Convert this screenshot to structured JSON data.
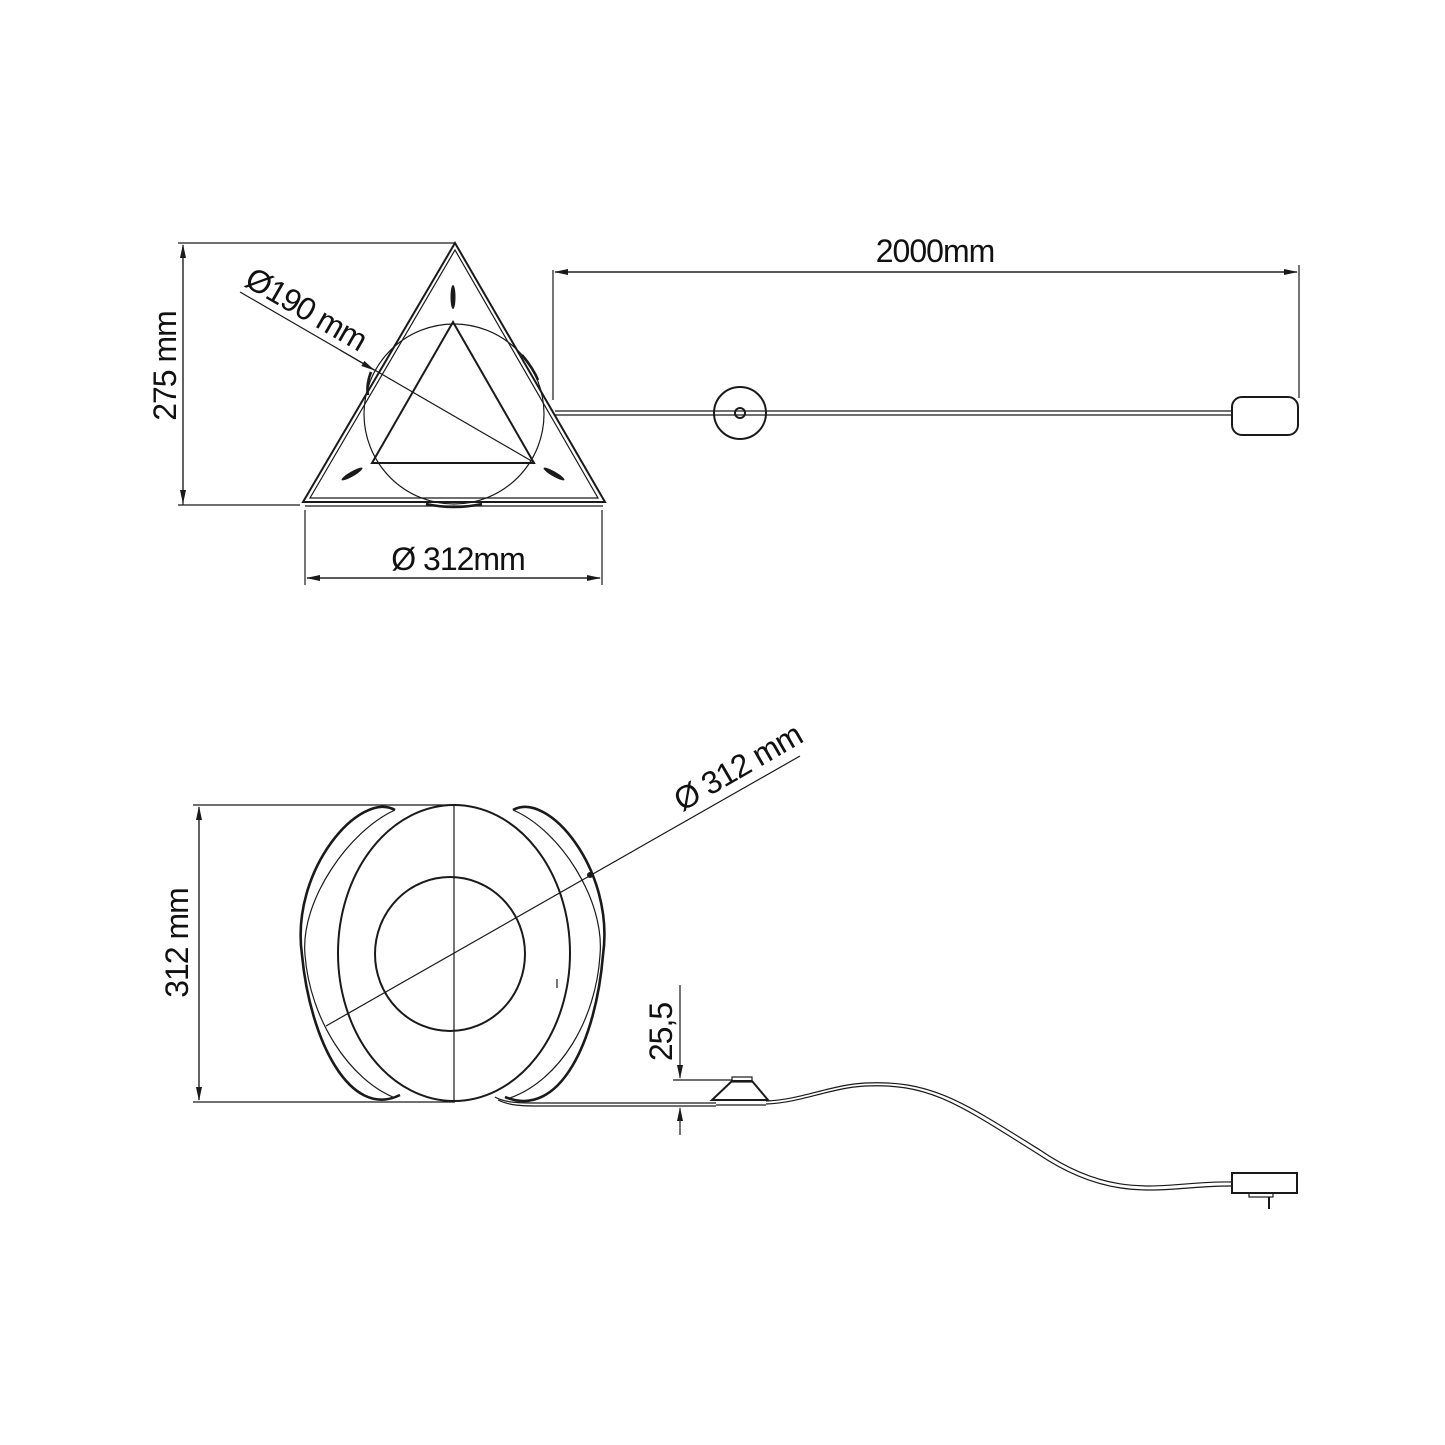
{
  "drawing": {
    "background": "#ffffff",
    "line_color": "#1a1a1a",
    "top_view": {
      "height_label": "275 mm",
      "inner_diameter_label": "Ø190 mm",
      "base_width_label": "Ø 312mm",
      "cable_length_label": "2000mm"
    },
    "front_view": {
      "height_label": "312 mm",
      "diameter_label": "Ø 312 mm",
      "base_height_label": "25,5"
    }
  }
}
